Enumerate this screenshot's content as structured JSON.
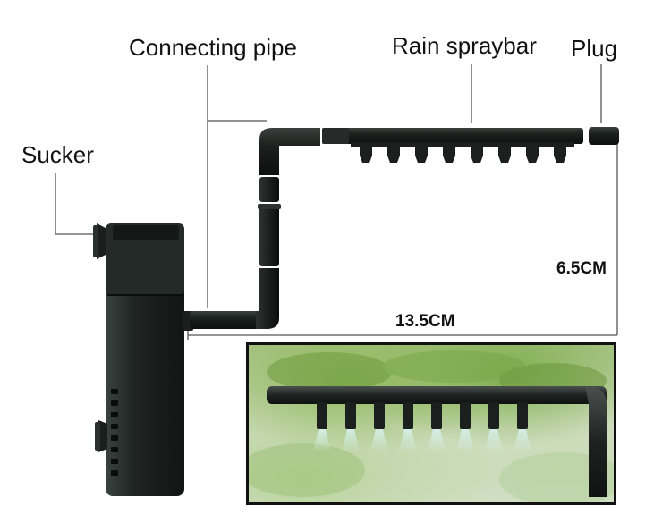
{
  "labels": {
    "connecting_pipe": "Connecting pipe",
    "rain_spraybar": "Rain spraybar",
    "plug": "Plug",
    "sucker": "Sucker"
  },
  "dimensions": {
    "height": "6.5CM",
    "width": "13.5CM"
  },
  "colors": {
    "pipe": "#1b1f1d",
    "pump_body": "#1e2422",
    "leader_line": "#555555"
  },
  "spraybar_nozzle_count": 8,
  "photo_nozzle_count": 8
}
